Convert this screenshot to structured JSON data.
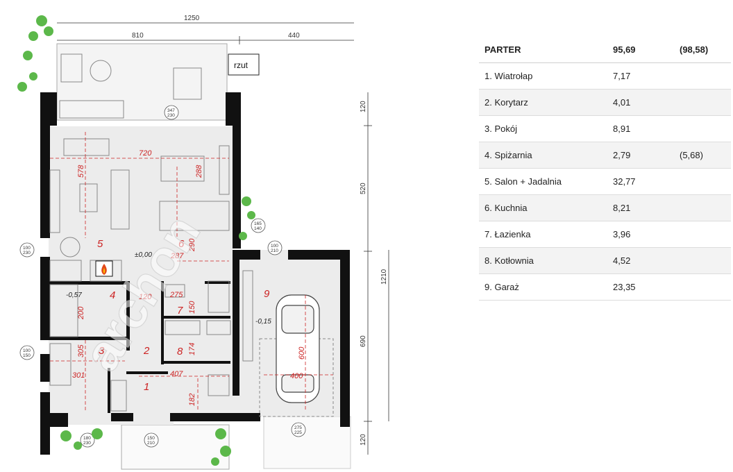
{
  "plan": {
    "label_rzut": "rzut",
    "dims_top": {
      "total": "1250",
      "left": "810",
      "right": "440"
    },
    "dims_right": {
      "a": "120",
      "b": "520",
      "c": "1210",
      "d": "690",
      "e": "120"
    },
    "room_numbers": [
      "1",
      "2",
      "3",
      "4",
      "5",
      "6",
      "7",
      "8",
      "9"
    ],
    "levels": {
      "zero": "±0,00",
      "stairs": "-0,57",
      "garage": "-0,15"
    },
    "inner_dims": {
      "d720": "720",
      "d578": "578",
      "d288": "288",
      "d290": "290",
      "d287": "287",
      "d275": "275",
      "d120": "120",
      "d150": "150",
      "d200": "200",
      "d305": "305",
      "d174": "174",
      "d301": "301",
      "d407": "407",
      "d182": "182",
      "d600": "600",
      "d400": "400"
    },
    "openings": {
      "o1": [
        "347",
        "230"
      ],
      "o2": [
        "165",
        "140"
      ],
      "o3": [
        "100",
        "210"
      ],
      "o4": [
        "100",
        "230"
      ],
      "o5": [
        "100",
        "150"
      ],
      "o6": [
        "180",
        "230"
      ],
      "o7": [
        "150",
        "210"
      ],
      "o8": [
        "275",
        "225"
      ]
    },
    "watermark": "archon"
  },
  "table": {
    "header": {
      "name": "PARTER",
      "area": "95,69",
      "extra": "(98,58)"
    },
    "rows": [
      {
        "name": "1. Wiatrołap",
        "area": "7,17",
        "extra": ""
      },
      {
        "name": "2. Korytarz",
        "area": "4,01",
        "extra": ""
      },
      {
        "name": "3. Pokój",
        "area": "8,91",
        "extra": ""
      },
      {
        "name": "4. Spiżarnia",
        "area": "2,79",
        "extra": "(5,68)"
      },
      {
        "name": "5. Salon + Jadalnia",
        "area": "32,77",
        "extra": ""
      },
      {
        "name": "6. Kuchnia",
        "area": "8,21",
        "extra": ""
      },
      {
        "name": "7. Łazienka",
        "area": "3,96",
        "extra": ""
      },
      {
        "name": "8. Kotłownia",
        "area": "4,52",
        "extra": ""
      },
      {
        "name": "9. Garaż",
        "area": "23,35",
        "extra": ""
      }
    ]
  },
  "colors": {
    "wall": "#111111",
    "floor": "#ededed",
    "accent": "#c22222",
    "plant": "#5cb84a"
  }
}
